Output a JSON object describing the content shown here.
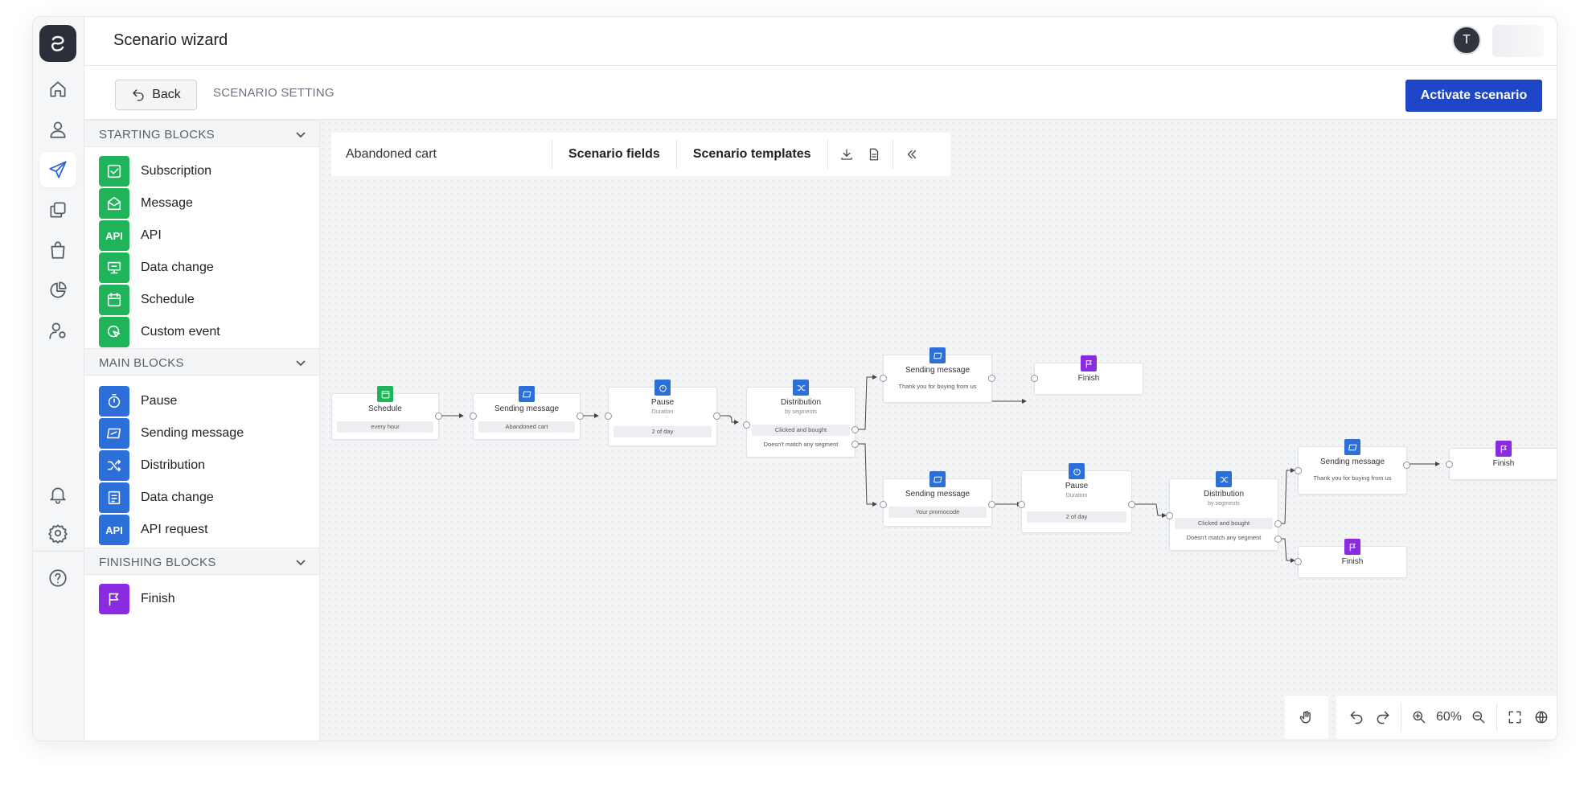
{
  "header": {
    "title": "Scenario wizard",
    "avatar_initial": "T"
  },
  "toolbar": {
    "back_label": "Back",
    "setting_label": "SCENARIO SETTING",
    "activate_label": "Activate scenario"
  },
  "panel": {
    "starting": {
      "title": "STARTING BLOCKS",
      "items": [
        {
          "label": "Subscription"
        },
        {
          "label": "Message"
        },
        {
          "label": "API",
          "icon_text": "API"
        },
        {
          "label": "Data change"
        },
        {
          "label": "Schedule"
        },
        {
          "label": "Custom event"
        }
      ]
    },
    "main": {
      "title": "MAIN BLOCKS",
      "items": [
        {
          "label": "Pause"
        },
        {
          "label": "Sending message"
        },
        {
          "label": "Distribution"
        },
        {
          "label": "Data change"
        },
        {
          "label": "API request",
          "icon_text": "API"
        }
      ]
    },
    "finishing": {
      "title": "FINISHING BLOCKS",
      "items": [
        {
          "label": "Finish"
        }
      ]
    }
  },
  "canvas": {
    "scenario_name": "Abandoned cart",
    "fields_label": "Scenario fields",
    "templates_label": "Scenario templates",
    "zoom": "60%"
  },
  "nodes": {
    "schedule": {
      "title": "Schedule",
      "value": "every hour"
    },
    "send1": {
      "title": "Sending message",
      "value": "Abandoned cart"
    },
    "pause1": {
      "title": "Pause",
      "sub": "Duration",
      "value": "2 of day"
    },
    "dist1": {
      "title": "Distribution",
      "sub": "by segments",
      "opt1": "Clicked and bought",
      "opt2": "Doesn't match any segment"
    },
    "send2": {
      "title": "Sending message",
      "value": "Thank you for buying from us"
    },
    "finish1": {
      "title": "Finish"
    },
    "send3": {
      "title": "Sending message",
      "value": "Your promocode"
    },
    "pause2": {
      "title": "Pause",
      "sub": "Duration",
      "value": "2 of day"
    },
    "dist2": {
      "title": "Distribution",
      "sub": "by segments",
      "opt1": "Clicked and bought",
      "opt2": "Doesn't match any segment"
    },
    "send4": {
      "title": "Sending message",
      "value": "Thank you for buying from us"
    },
    "finish2": {
      "title": "Finish"
    },
    "finish3": {
      "title": "Finish"
    }
  },
  "colors": {
    "green": "#1fb45a",
    "blue": "#2c6fd8",
    "purple": "#8a2be2",
    "primary": "#1e46c7"
  },
  "icons": [
    "logo-icon",
    "home-icon",
    "user-icon",
    "send-icon",
    "copy-icon",
    "bag-icon",
    "pie-chart-icon",
    "user-settings-icon",
    "bell-icon",
    "gear-icon",
    "help-icon"
  ]
}
